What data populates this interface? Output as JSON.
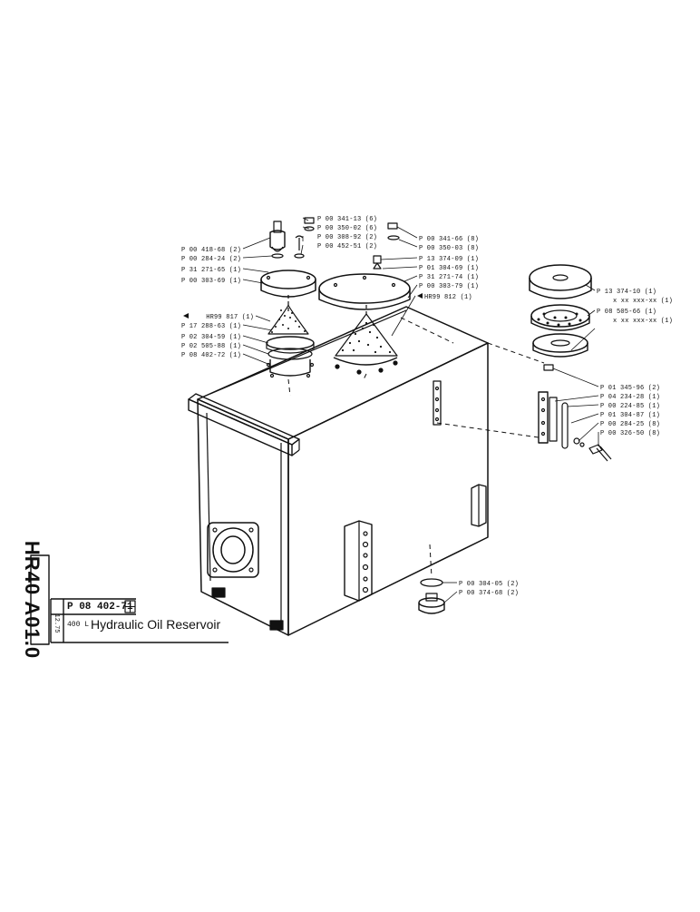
{
  "title_block": {
    "code": "HR40 A01.0",
    "part_number": "P 08 402-71",
    "date": "12.75",
    "capacity": "400 L",
    "title": "Hydraulic Oil Reservoir"
  },
  "callouts": {
    "left_top": [
      "P 00 418-68 (2)",
      "P 00 284-24 (2)",
      "P 31 271-65 (1)",
      "P 00 303-69 (1)"
    ],
    "left_filter": [
      "HR99 817 (1)",
      "P 17 288-63 (1)",
      "P 02 304-59 (1)",
      "P 02 505-88 (1)",
      "P 08 402-72 (1)"
    ],
    "top_center": [
      "P 00 341-13 (6)",
      "P 00 350-02 (6)",
      "P 00 308-92 (2)",
      "P 00 452-51 (2)"
    ],
    "center_right": [
      "P 00 341-66 (8)",
      "P 00 350-03 (8)",
      "P 13 374-09 (1)",
      "P 01 304-69 (1)",
      "P 31 271-74 (1)",
      "P 00 303-79 (1)",
      "HR99 812 (1)"
    ],
    "breather": [
      "P 13 374-10 (1)",
      "x xx xxx-xx (1)",
      "P 08 505-66 (1)",
      "x xx xxx-xx (1)"
    ],
    "gauge": [
      "P 01 345-96 (2)",
      "P 04 234-28 (1)",
      "P 00 224-85 (1)",
      "P 01 304-87 (1)",
      "P 00 284-25 (8)",
      "P 00 326-50 (8)"
    ],
    "drain": [
      "P 00 304-05 (2)",
      "P 00 374-68 (2)"
    ]
  }
}
